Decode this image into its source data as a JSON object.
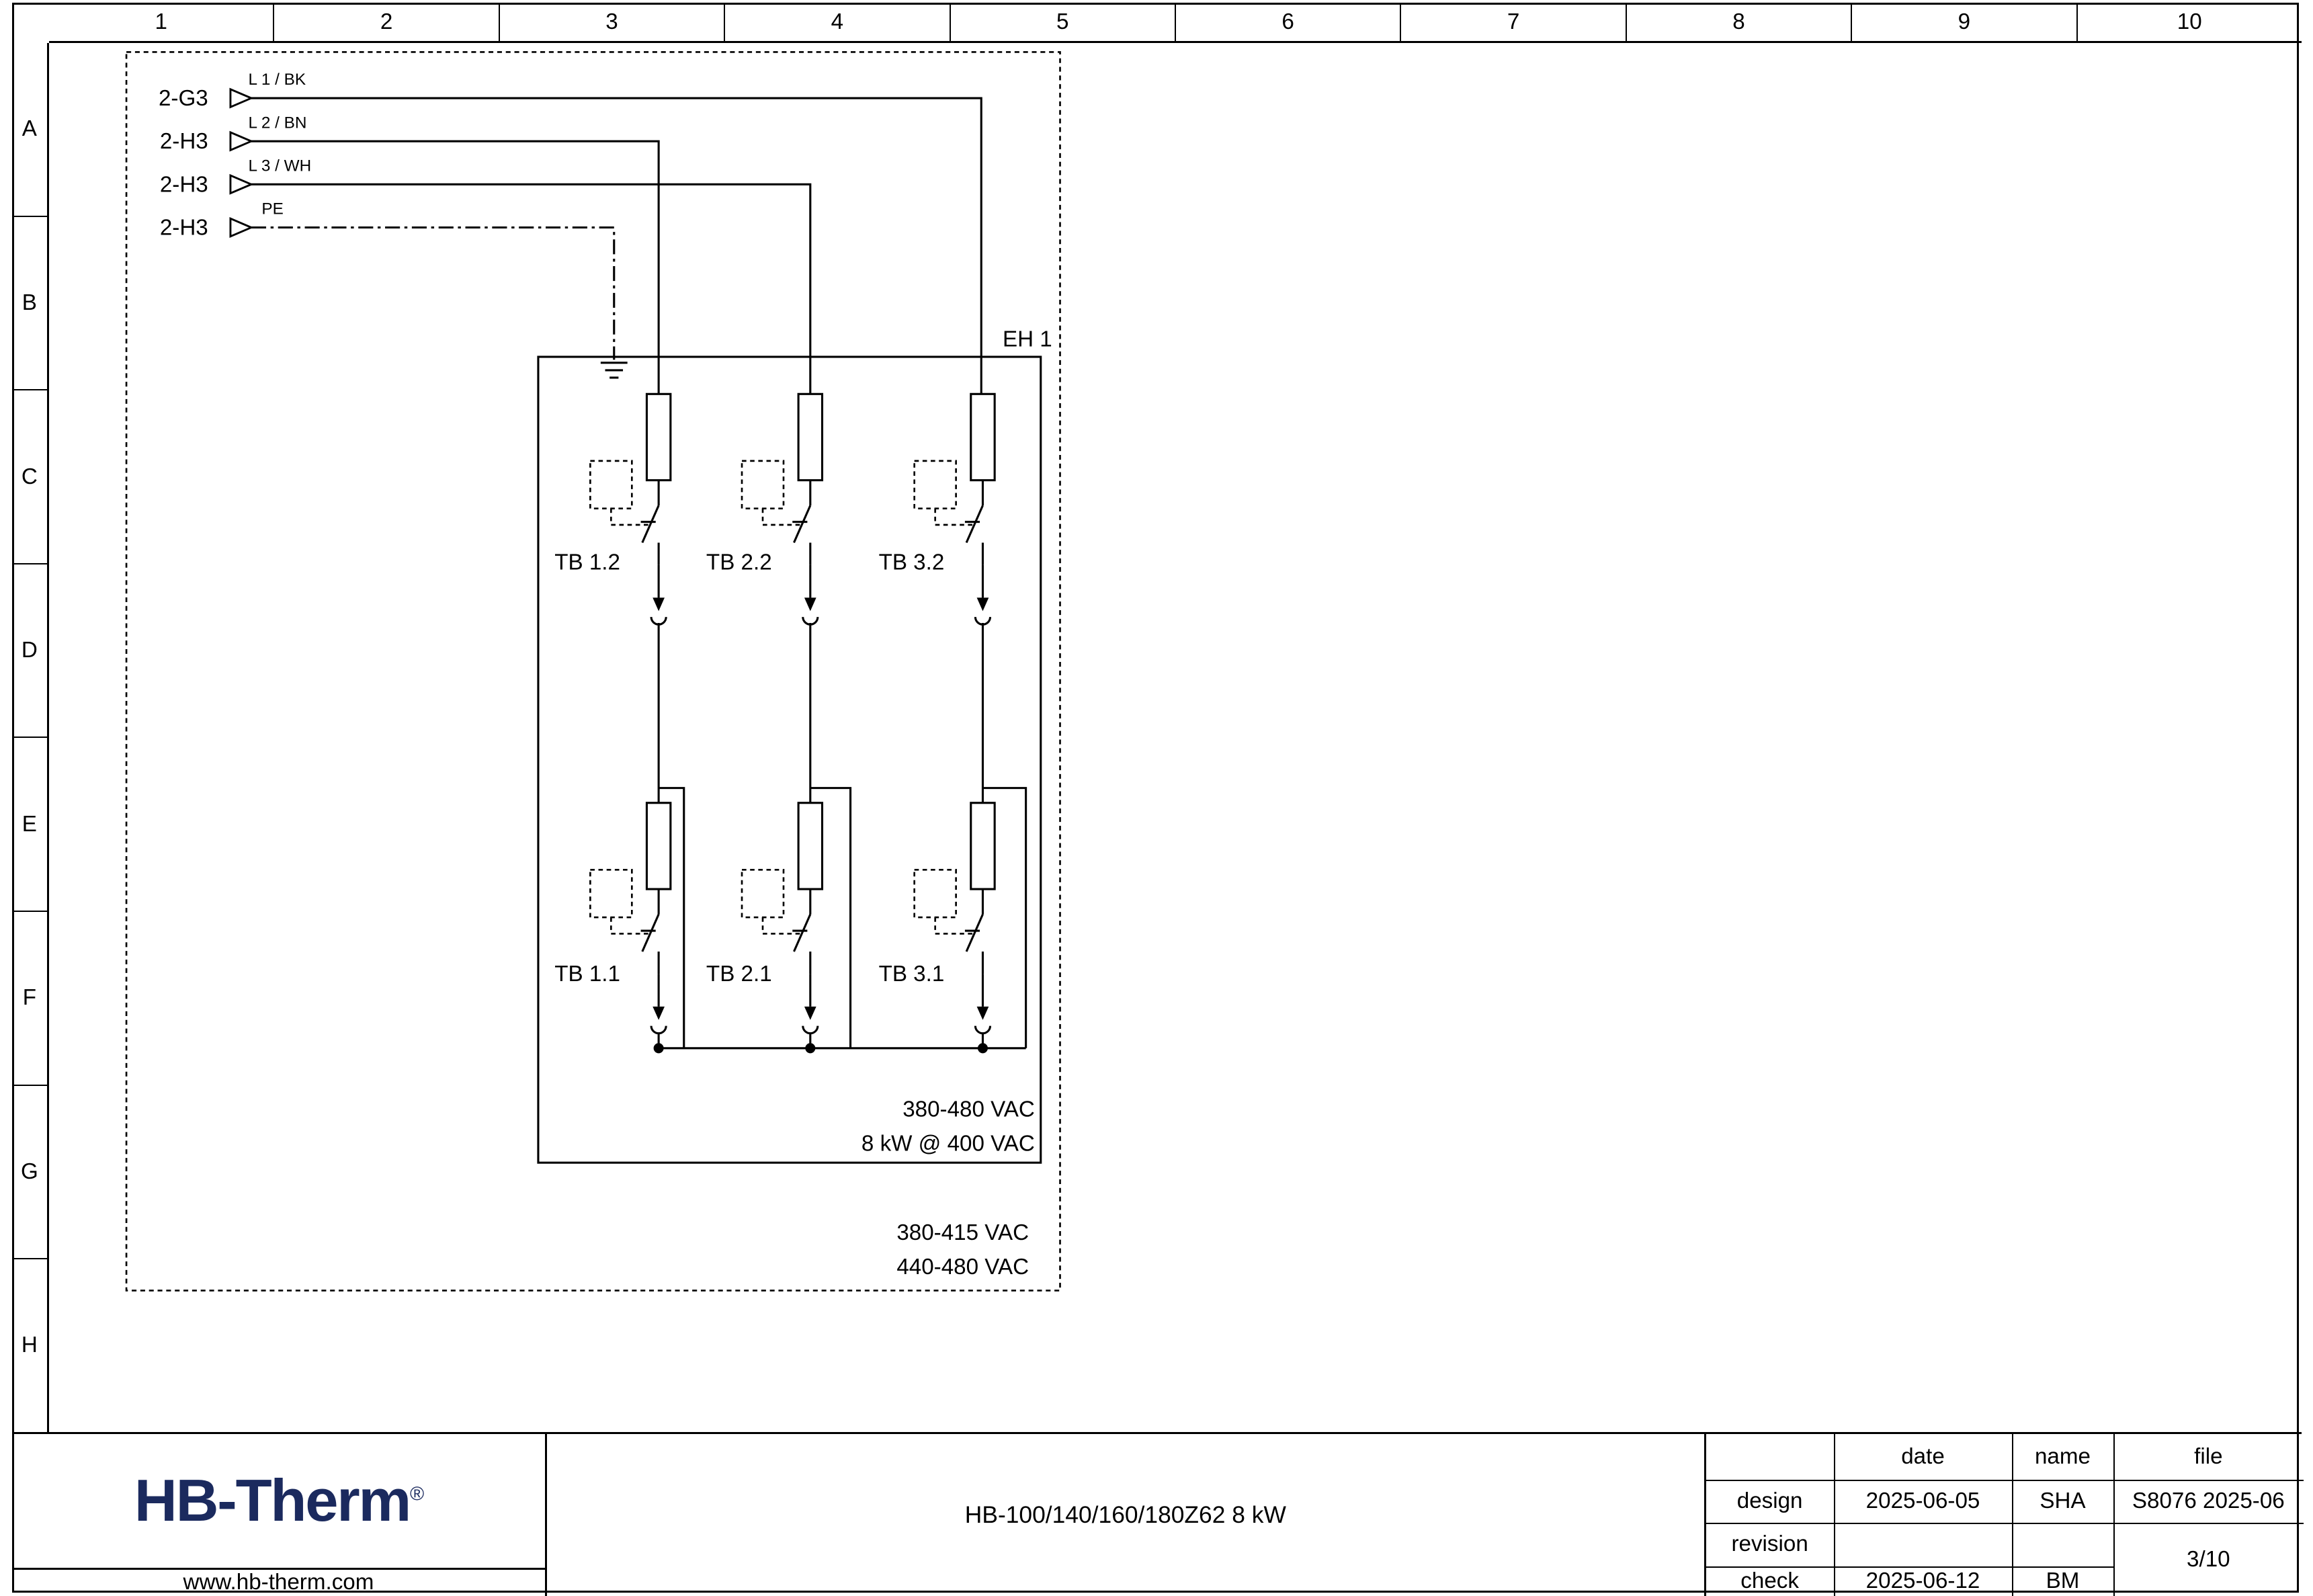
{
  "sheet": {
    "column_labels": [
      "1",
      "2",
      "3",
      "4",
      "5",
      "6",
      "7",
      "8",
      "9",
      "10"
    ],
    "row_labels": [
      "A",
      "B",
      "C",
      "D",
      "E",
      "F",
      "G",
      "H"
    ]
  },
  "inputs": [
    {
      "ref": "2-G3",
      "wire": "L 1 / BK"
    },
    {
      "ref": "2-H3",
      "wire": "L 2 / BN"
    },
    {
      "ref": "2-H3",
      "wire": "L 3 / WH"
    },
    {
      "ref": "2-H3",
      "wire": "PE"
    }
  ],
  "heater": {
    "label": "EH 1",
    "breakers_stage_top": [
      "TB 1.2",
      "TB 2.2",
      "TB 3.2"
    ],
    "breakers_stage_bottom": [
      "TB 1.1",
      "TB 2.1",
      "TB 3.1"
    ],
    "rating_line1": "380-480 VAC",
    "rating_line2": "8 kW @ 400 VAC",
    "voltage_note_line1": "380-415 VAC",
    "voltage_note_line2": "440-480 VAC"
  },
  "title_block": {
    "logo": "HB-Therm",
    "logo_registered": "®",
    "website": "www.hb-therm.com",
    "title": "HB-100/140/160/180Z62 8 kW",
    "table": {
      "headers": {
        "date": "date",
        "name": "name",
        "file": "file"
      },
      "rows": [
        {
          "label": "design",
          "date": "2025-06-05",
          "name": "SHA"
        },
        {
          "label": "revision",
          "date": "",
          "name": ""
        },
        {
          "label": "check",
          "date": "2025-06-12",
          "name": "BM"
        }
      ],
      "file_value": "S8076 2025-06",
      "page": "3/10"
    }
  },
  "colors": {
    "logo_navy": "#1b2a5e",
    "line": "#000000",
    "background": "#ffffff"
  }
}
